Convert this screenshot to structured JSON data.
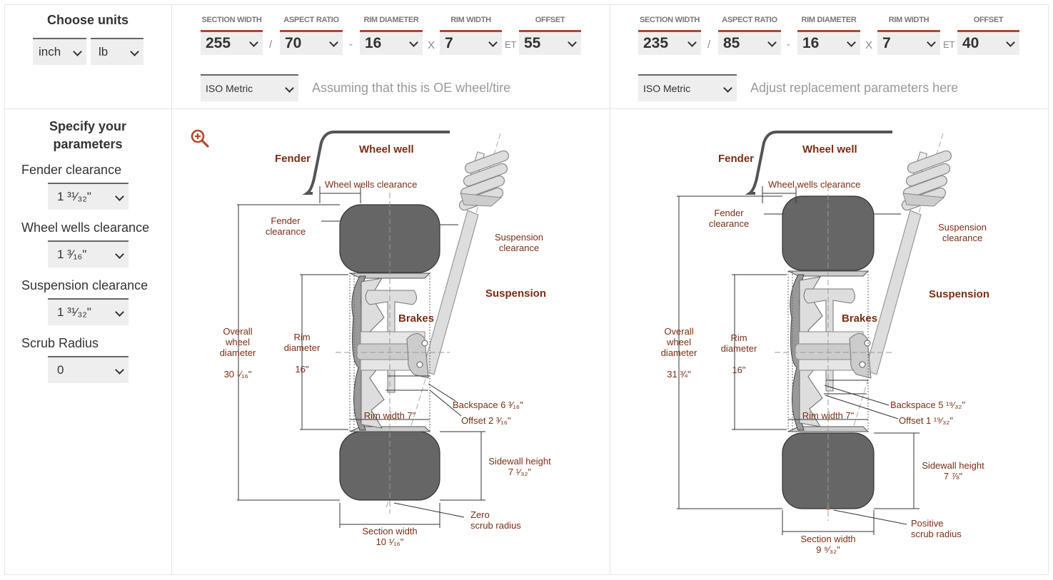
{
  "units": {
    "title": "Choose units",
    "length_unit": "inch",
    "weight_unit": "lb"
  },
  "column_headers": [
    "SECTION WIDTH",
    "ASPECT RATIO",
    "RIM DIAMETER",
    "RIM WIDTH",
    "OFFSET"
  ],
  "separators": {
    "slash": "/",
    "dash": "-",
    "x": "X",
    "et": "ET"
  },
  "oe_wheel": {
    "section_width": "255",
    "aspect_ratio": "70",
    "rim_diameter": "16",
    "rim_width": "7",
    "offset": "55",
    "size_format": "ISO Metric",
    "hint": "Assuming that this is OE wheel/tire"
  },
  "replacement_wheel": {
    "section_width": "235",
    "aspect_ratio": "85",
    "rim_diameter": "16",
    "rim_width": "7",
    "offset": "40",
    "size_format": "ISO Metric",
    "hint": "Adjust replacement parameters here"
  },
  "parameters": {
    "title_line1": "Specify your",
    "title_line2": "parameters",
    "fender_clearance_label": "Fender clearance",
    "fender_clearance_value": "1 ³¹⁄₃₂\"",
    "wheel_wells_clearance_label": "Wheel wells clearance",
    "wheel_wells_clearance_value": "1 ³⁄₁₆\"",
    "suspension_clearance_label": "Suspension clearance",
    "suspension_clearance_value": "1 ³¹⁄₃₂\"",
    "scrub_radius_label": "Scrub Radius",
    "scrub_radius_value": "0"
  },
  "diagram_labels": {
    "fender": "Fender",
    "wheel_well": "Wheel well",
    "wheel_wells_clearance": "Wheel wells clearance",
    "fender_clearance_1": "Fender",
    "fender_clearance_2": "clearance",
    "suspension_clearance_1": "Suspension",
    "suspension_clearance_2": "clearance",
    "suspension": "Suspension",
    "brakes": "Brakes",
    "overall_1": "Overall",
    "overall_2": "wheel",
    "overall_3": "diameter",
    "rim_1": "Rim",
    "rim_2": "diameter",
    "rim_value": "16\"",
    "sidewall": "Sidewall height",
    "section_width": "Section width"
  },
  "diagram_left": {
    "overall_value": "30 ¹⁄₁₆\"",
    "backspace": "Backspace 6 ³⁄₁₆\"",
    "offset": "Offset 2 ³⁄₁₆\"",
    "rim_width": "Rim width 7\"",
    "sidewall_value": "7 ¹⁄₃₂\"",
    "section_value": "10 ¹⁄₁₆\"",
    "scrub_1": "Zero",
    "scrub_2": "scrub radius"
  },
  "diagram_right": {
    "overall_value": "31 ¾\"",
    "backspace": "Backspace 5 ¹⁹⁄₃₂\"",
    "offset": "Offset 1 ¹⁹⁄₃₂\"",
    "rim_width": "Rim width 7\"",
    "sidewall_value": "7 ⅞\"",
    "section_value": "9 ⁹⁄₃₂\"",
    "scrub_1": "Positive",
    "scrub_2": "scrub radius"
  },
  "colors": {
    "accent": "#b0492a",
    "label": "#7a2e14",
    "tire": "#666666",
    "select_bg": "#eeeeee"
  }
}
